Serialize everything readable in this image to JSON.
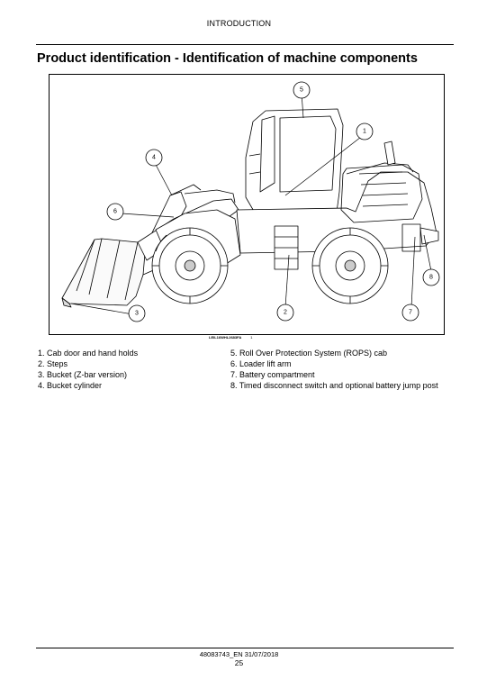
{
  "header": {
    "section": "INTRODUCTION"
  },
  "page_title": "Product identification - Identification of machine components",
  "figure": {
    "code": "LEIL16WHL2683FA",
    "code_suffix": "1",
    "callouts": [
      "1",
      "2",
      "3",
      "4",
      "5",
      "6",
      "7",
      "8"
    ]
  },
  "legend": {
    "left": [
      "1. Cab door and hand holds",
      "2. Steps",
      "3. Bucket (Z-bar version)",
      "4. Bucket cylinder"
    ],
    "right": [
      "5. Roll Over Protection System (ROPS) cab",
      "6. Loader lift arm",
      "7. Battery compartment",
      "8. Timed disconnect switch and optional battery jump post"
    ]
  },
  "footer": {
    "doc_ref": "48083743_EN 31/07/2018",
    "page_number": "25"
  }
}
